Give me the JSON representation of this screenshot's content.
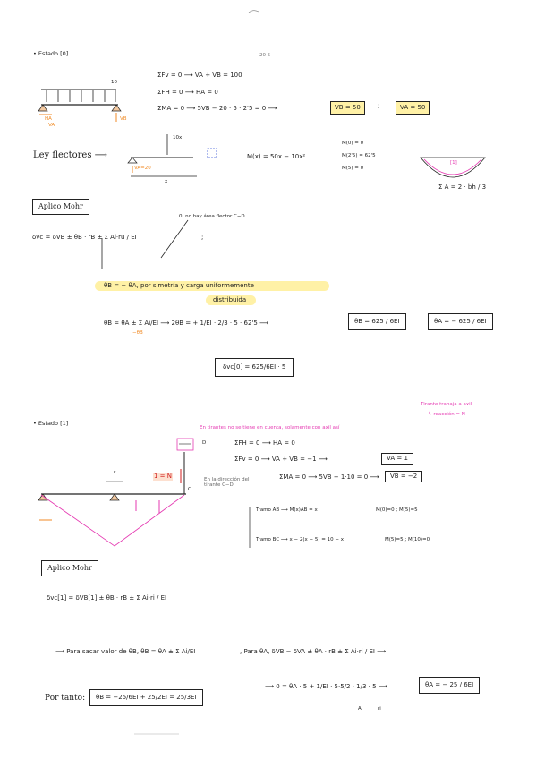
{
  "state0": {
    "heading": "• Estado [0]",
    "load_val": "10",
    "note_205": "20·5",
    "eq_fv": "ΣFv = 0 ⟶ VA + VB = 100",
    "eq_fh": "ΣFH = 0 ⟶ HA = 0",
    "eq_ma": "ΣMA = 0 ⟶ 5VB − 20 · 5 · 2'5 = 0 ⟶",
    "vb_result": "VB = 50",
    "va_result": "VA = 50",
    "ha_label": "HA",
    "va_label": "VA",
    "vb_label": "VB",
    "ley_label": "Ley flectores ⟶",
    "load_10x": "10x",
    "va20": "VA=20",
    "x_label": "x",
    "m_expr": "M(x) = 50x − 10x²",
    "m0": "M(0) = 0",
    "m25": "M(2'5) = 62'5",
    "m5": "M(5) = 0",
    "area_label": "Σ A = 2 · bh / 3",
    "parab_label": "[1]",
    "aplico": "Aplico Mohr",
    "mohr_eq": "δvc = δVB ± θB · rB ± Σ Ai·ru / EI",
    "zero_note": "0: no hay área flector C−D",
    "theta_hl": "θB = − θA, por simetría y carga uniformemente",
    "theta_hl2": "distribuida",
    "theta_eq": "θB = θA ± Σ Ai/EI ⟶ 2θB = + 1/EI · 2/3 · 5 · 62'5 ⟶",
    "theta_b_box": "θB = 625 / 6EI",
    "theta_a_box": "θA = − 625 / 6EI",
    "final_box": "δvc[0] = 625/6EI · 5",
    "neg_theta": "−θB"
  },
  "state1": {
    "heading": "• Estado [1]",
    "pink_note": "En tirantes no se tiene en cuenta, solamente con axil así",
    "right_note": "Tirante trabaja a axil",
    "right_note2": "↳ reacción = N",
    "eq_fh": "ΣFH = 0 ⟶ HA = 0",
    "eq_fv": "ΣFv = 0 ⟶ VA + VB = −1 ⟶",
    "va_res": "VA = 1",
    "eq_ma": "ΣMA = 0 ⟶ 5VB + 1·10 = 0 ⟶",
    "vb_res": "VB = −2",
    "n_label": "1 = N",
    "r_label": "r",
    "c_label": "C",
    "d_label": "D",
    "side_note": "En la dirección del tirante C−D",
    "tramo_ab": "Tramo AB ⟶ M(x)AB = x",
    "tramo_ab_vals": "M(0)=0 ; M(5)=5",
    "tramo_bc": "Tramo BC ⟶ x − 2(x − 5) = 10 − x",
    "tramo_bc_vals": "M(5)=5 ; M(10)=0",
    "aplico": "Aplico Mohr",
    "mohr_eq": "δvc[1] = δVB[1] ± θB · rB ± Σ Ai·ri / EI",
    "para_sacar": "⟶ Para sacar valor de θB, θB = θA ± Σ Ai/EI",
    "para_theta_a": ", Para θA, δVB − δVA ± θA · rB ± Σ Ai·ri / EI ⟶",
    "zero_eq": "⟶ 0 = θA · 5 + 1/EI · 5·5/2 · 1/3 · 5 ⟶",
    "theta_a_box": "θA = − 25 / 6EI",
    "por_tanto": "Por tanto:",
    "theta_b_box": "θB = −25/6EI + 25/2EI = 25/3EI",
    "a_label": "A",
    "ri_label": "ri"
  }
}
